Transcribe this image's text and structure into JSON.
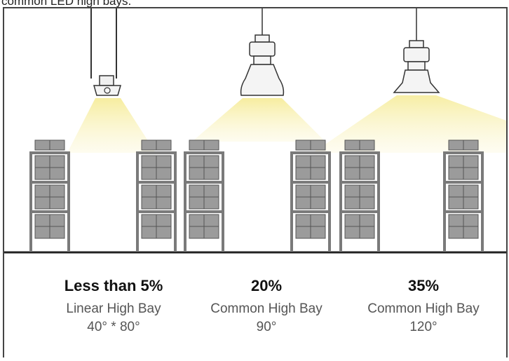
{
  "caption": "common LED high bays.",
  "colors": {
    "beam": "#f3e9a0",
    "rack": "#7a7a7a",
    "box": "#9b9b9b",
    "floor": "#222222",
    "frame": "#444444"
  },
  "fixtures": [
    {
      "type": "linear",
      "percent": "Less than 5%",
      "name": "Linear High Bay",
      "angle": "40° * 80°"
    },
    {
      "type": "common",
      "percent": "20%",
      "name": "Common High Bay",
      "angle": "90°"
    },
    {
      "type": "common",
      "percent": "35%",
      "name": "Common High Bay",
      "angle": "120°"
    }
  ]
}
